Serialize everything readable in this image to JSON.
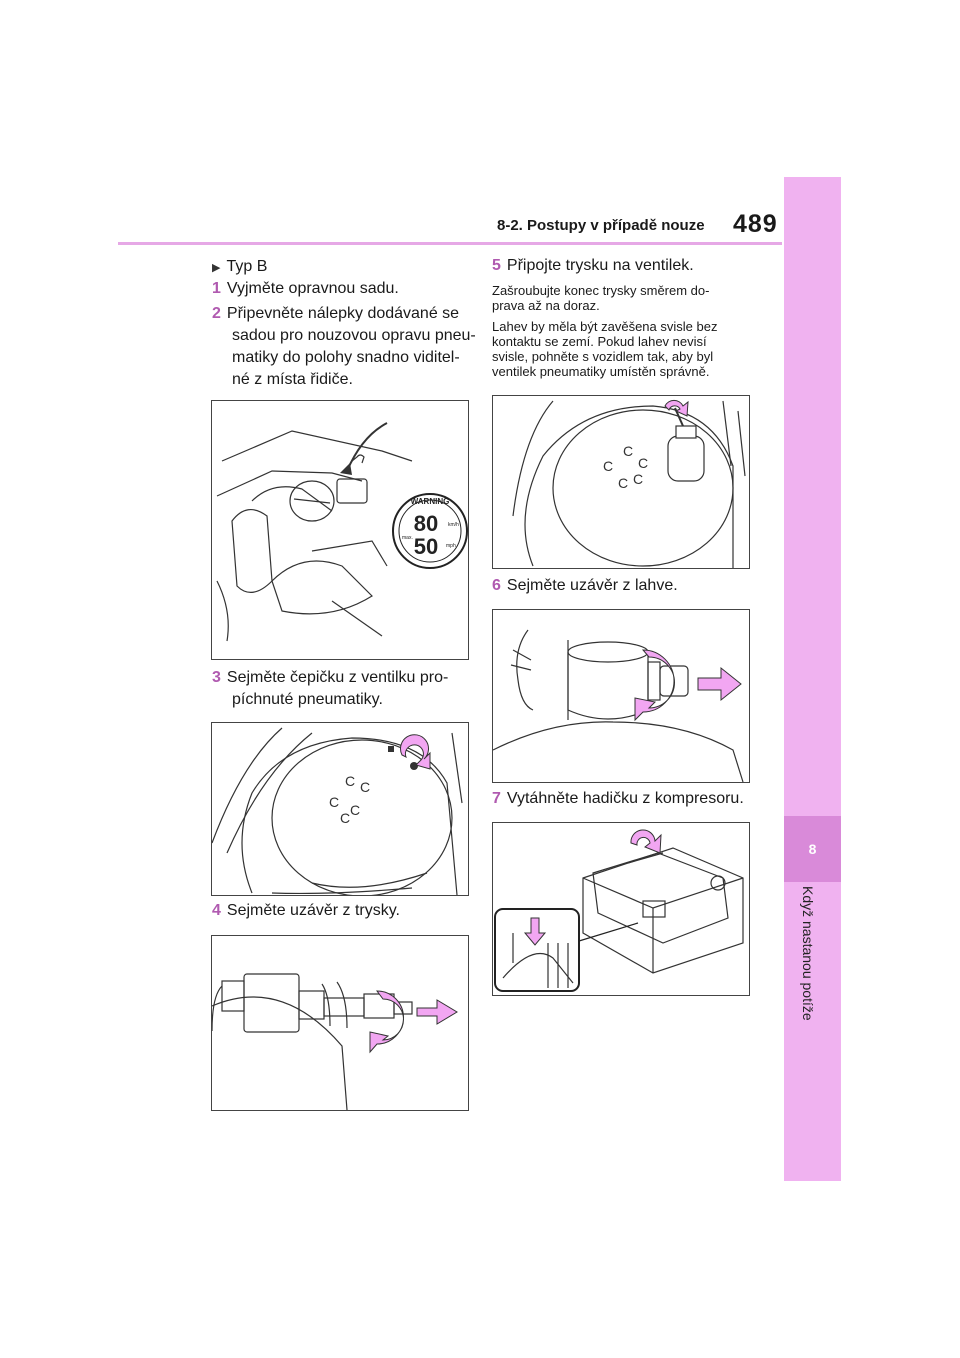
{
  "header": {
    "section": "8-2. Postupy v případě nouze",
    "page_number": "489"
  },
  "side_tab": {
    "chapter_number": "8",
    "chapter_title": "Když nastanou potíže"
  },
  "left_column": {
    "type_label": "Typ B",
    "step1": {
      "num": "1",
      "text": "Vyjměte opravnou sadu."
    },
    "step2": {
      "num": "2",
      "lines": [
        "Připevněte nálepky dodávané se",
        "sadou pro nouzovou opravu pneu-",
        "matiky do polohy snadno viditel-",
        "né z místa řidiče."
      ]
    },
    "step3": {
      "num": "3",
      "lines": [
        "Sejměte čepičku z ventilku pro-",
        "píchnuté pneumatiky."
      ]
    },
    "step4": {
      "num": "4",
      "text": "Sejměte uzávěr z trysky."
    }
  },
  "right_column": {
    "step5": {
      "num": "5",
      "text": "Připojte trysku na ventilek."
    },
    "note1": [
      "Zašroubujte konec trysky směrem do-",
      "prava až na doraz."
    ],
    "note2": [
      "Lahev by měla být zavěšena svisle bez",
      "kontaktu se zemí. Pokud lahev nevisí",
      "svisle, pohněte s vozidlem tak, aby byl",
      "ventilek pneumatiky umístěn správně."
    ],
    "step6": {
      "num": "6",
      "text": "Sejměte uzávěr z lahve."
    },
    "step7": {
      "num": "7",
      "text": "Vytáhněte hadičku z kompresoru."
    }
  },
  "sticker": {
    "warning": "WARNING",
    "speed_kmh": "80",
    "speed_mph": "50",
    "unit_kmh": "km/h",
    "unit_mph": "mph",
    "max_label": "max."
  },
  "colors": {
    "accent": "#e6a8e6",
    "tab": "#f0b2f0",
    "tab_dark": "#d98ad9",
    "step_number": "#b05ab0",
    "arrow_fill": "#f2a6f2"
  }
}
